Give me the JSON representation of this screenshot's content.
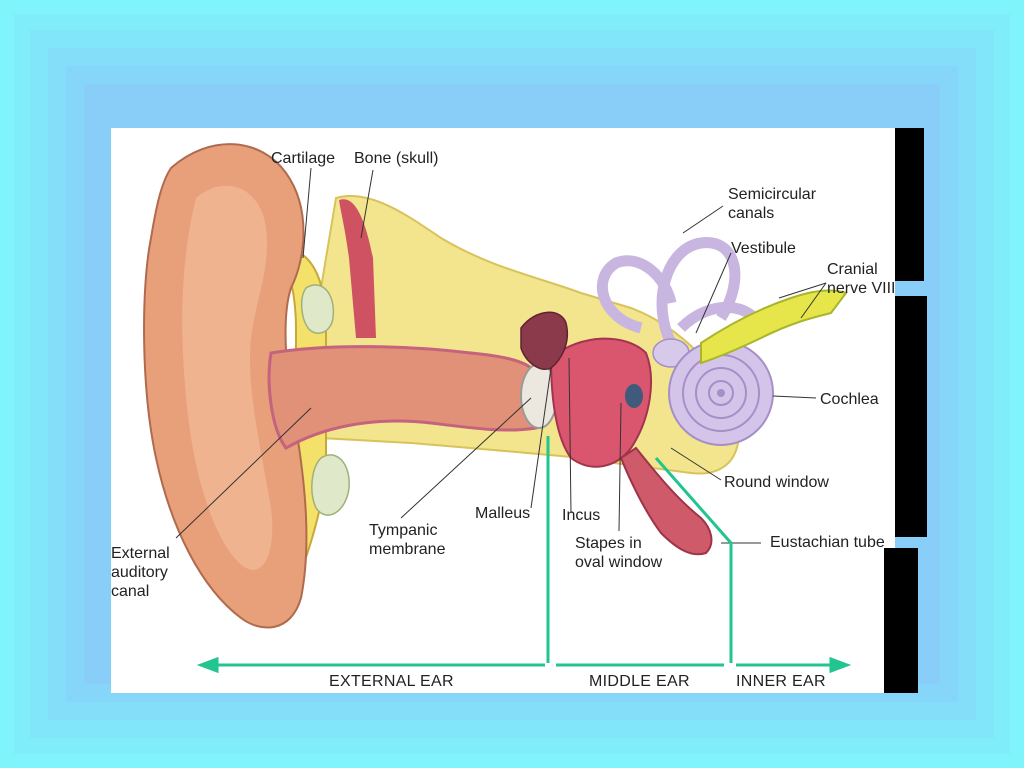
{
  "labels": {
    "cartilage": "Cartilage",
    "bone": "Bone (skull)",
    "semicircular": [
      "Semicircular",
      "canals"
    ],
    "vestibule": "Vestibule",
    "cranial": [
      "Cranial",
      "nerve VIII"
    ],
    "cochlea": "Cochlea",
    "round_window": "Round window",
    "eustachian": "Eustachian tube",
    "stapes": [
      "Stapes in",
      "oval window"
    ],
    "incus": "Incus",
    "malleus": "Malleus",
    "tympanic": [
      "Tympanic",
      "membrane"
    ],
    "external_canal": [
      "External",
      "auditory",
      "canal"
    ]
  },
  "regions": {
    "external": "EXTERNAL EAR",
    "middle": "MIDDLE EAR",
    "inner": "INNER EAR"
  },
  "colors": {
    "slide_bg": "#7ff5fb",
    "accent_teal": "#22c48f",
    "skin": "#e8a07a",
    "bone": "#f3e58a",
    "inner_ear": "#c7b7e0"
  }
}
